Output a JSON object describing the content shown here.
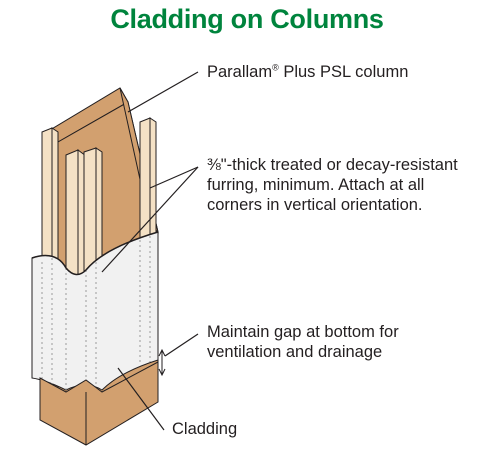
{
  "title": "Cladding on Columns",
  "colors": {
    "title": "#00843d",
    "column": "#d2a06f",
    "column_dark": "#b8824f",
    "furring": "#f4e1c5",
    "cladding": "#f1f1f1",
    "line": "#231f20"
  },
  "callouts": {
    "column": {
      "brand": "Parallam",
      "mark": "®",
      "rest": " Plus PSL column"
    },
    "furring": {
      "line1": "⅜\"-thick treated or decay-resistant",
      "line2": "furring, minimum. Attach at all",
      "line3": "corners in vertical orientation."
    },
    "gap": {
      "line1": "Maintain gap at bottom for",
      "line2": "ventilation and drainage"
    },
    "cladding": "Cladding"
  }
}
